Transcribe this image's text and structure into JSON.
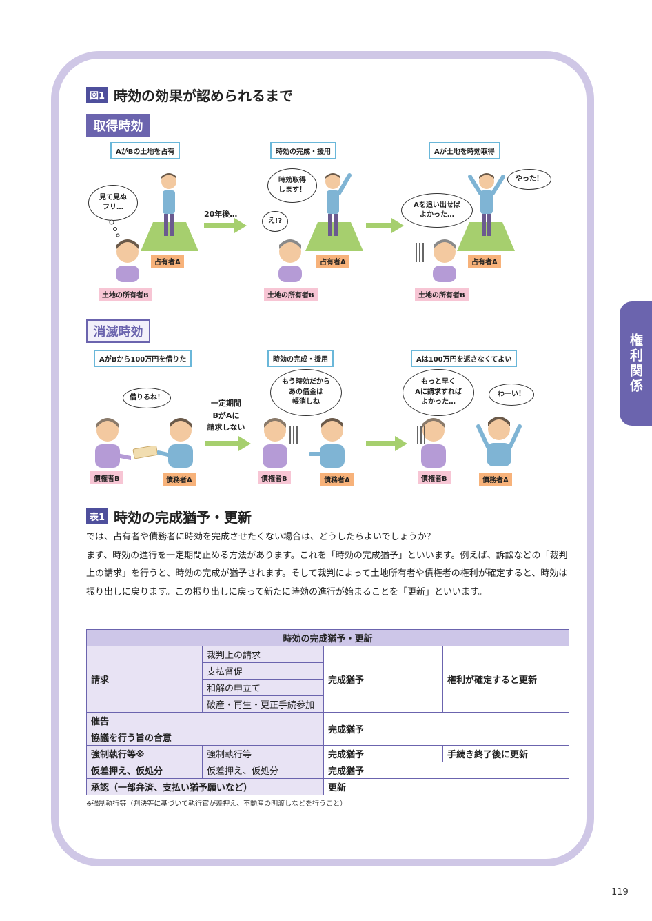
{
  "side_tab": "権利関係",
  "figure": {
    "tag": "図1",
    "title": "時効の効果が認められるまで",
    "acquisition": {
      "label": "取得時効",
      "captions": [
        "AがBの土地を占有",
        "時効の完成・援用",
        "Aが土地を時効取得"
      ],
      "bubbles": [
        "見て見ぬ\nフリ…",
        "時効取得\nします！",
        "え!?",
        "Aを追い出せば\nよかった…",
        "やった！"
      ],
      "transition": "20年後…",
      "owner_label": "土地の所有者B",
      "occupant_label": "占有者A"
    },
    "extinctive": {
      "label": "消滅時効",
      "captions": [
        "AがBから100万円を借りた",
        "時効の完成・援用",
        "Aは100万円を返さなくてよい"
      ],
      "bubbles": [
        "借りるね！",
        "もう時効だから\nあの借金は\n帳消しね",
        "もっと早く\nAに請求すれば\nよかった…",
        "わーい！"
      ],
      "transition": "一定期間\nBがAに\n請求しない",
      "creditor_label": "債権者B",
      "debtor_label": "債務者A"
    }
  },
  "table_section": {
    "tag": "表1",
    "title": "時効の完成猶予・更新",
    "paragraphs": [
      "では、占有者や債務者に時効を完成させたくない場合は、どうしたらよいでしょうか？",
      "まず、時効の進行を一定期間止める方法があります。これを「時効の完成猶予」といいます。例えば、訴訟などの「裁判上の請求」を行うと、時効の完成が猶予されます。そして裁判によって土地所有者や債権者の権利が確定すると、時効は振り出しに戻ります。この振り出しに戻って新たに時効の進行が始まることを「更新」といいます。"
    ],
    "table": {
      "header": "時効の完成猶予・更新",
      "seikyu": "請求",
      "seikyu_items": [
        "裁判上の請求",
        "支払督促",
        "和解の申立て",
        "破産・再生・更正手続参加"
      ],
      "seikyu_effect": "完成猶予",
      "seikyu_after": "権利が確定すると更新",
      "saikoku": "催告",
      "kyogi": "協議を行う旨の合意",
      "saikoku_effect": "完成猶予",
      "kyosei": "強制執行等※",
      "kyosei_item": "強制執行等",
      "kyosei_effect": "完成猶予",
      "kyosei_after": "手続き終了後に更新",
      "karisashi": "仮差押え、仮処分",
      "karisashi_item": "仮差押え、仮処分",
      "karisashi_effect": "完成猶予",
      "shonin": "承認（一部弁済、支払い猶予願いなど）",
      "shonin_effect": "更新"
    },
    "footnote": "※強制執行等（判決等に基づいて執行官が差押え、不動産の明渡しなどを行うこと）"
  },
  "page_number": "119",
  "colors": {
    "frame": "#cfc7e6",
    "accent": "#6b64ae",
    "tag": "#4e4f9c",
    "arrow": "#a6cf6e",
    "land": "#a6cf6e"
  }
}
